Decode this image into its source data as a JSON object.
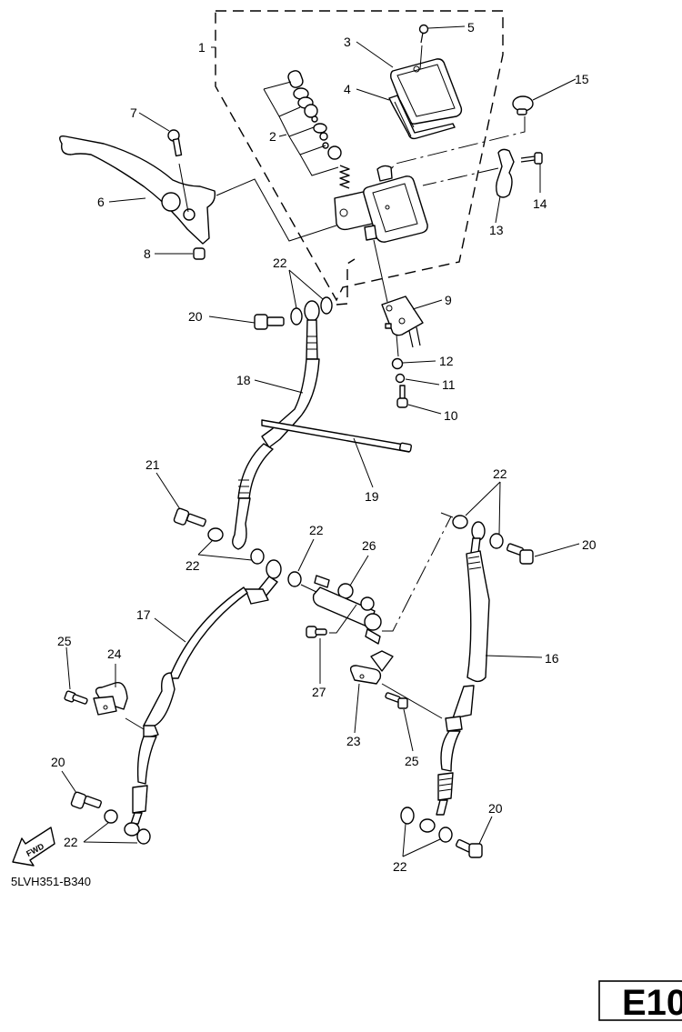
{
  "diagram": {
    "title": "Front master cylinder / brake hose exploded parts diagram",
    "drawing_code": "5LVH351-B340",
    "page_tag": "E10",
    "fwd_arrow_text": "FWD",
    "callouts": {
      "c1": "1",
      "c2": "2",
      "c3": "3",
      "c4": "4",
      "c5": "5",
      "c6": "6",
      "c7": "7",
      "c8": "8",
      "c9": "9",
      "c10": "10",
      "c11": "11",
      "c12": "12",
      "c13": "13",
      "c14": "14",
      "c15": "15",
      "c16": "16",
      "c17": "17",
      "c18": "18",
      "c19": "19",
      "c20a": "20",
      "c20b": "20",
      "c20c": "20",
      "c20d": "20",
      "c21": "21",
      "c22a": "22",
      "c22b": "22",
      "c22c": "22",
      "c22d": "22",
      "c22e": "22",
      "c22f": "22",
      "c23": "23",
      "c24": "24",
      "c25a": "25",
      "c25b": "25",
      "c26": "26",
      "c27": "27"
    }
  }
}
